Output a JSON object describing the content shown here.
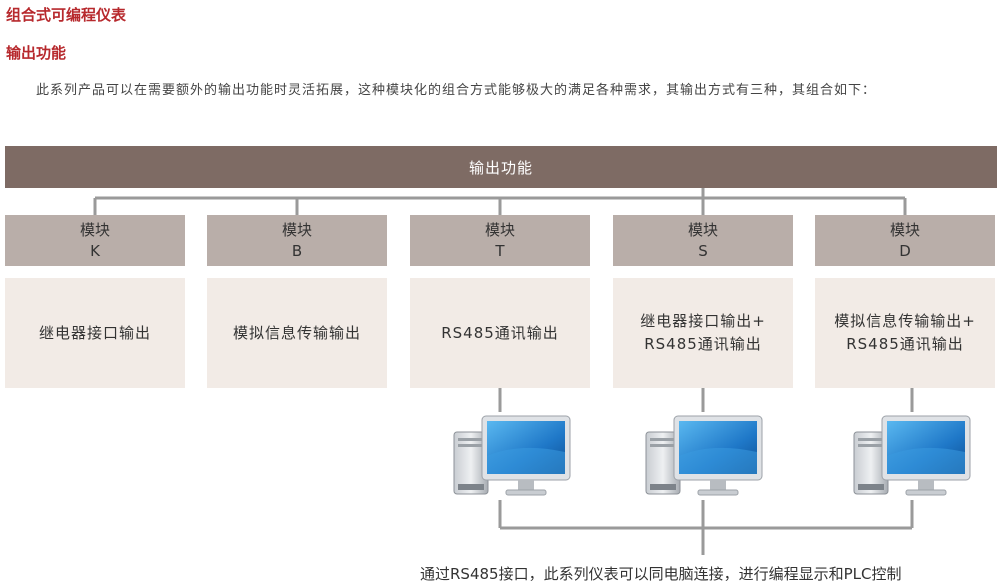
{
  "title": "组合式可编程仪表",
  "subtitle": "输出功能",
  "intro": "此系列产品可以在需要额外的输出功能时灵活拓展，这种模块化的组合方式能够极大的满足各种需求，其输出方式有三种，其组合如下：",
  "header": "输出功能",
  "modules": [
    {
      "label": "模块",
      "code": "K",
      "desc": [
        "继电器接口输出"
      ]
    },
    {
      "label": "模块",
      "code": "B",
      "desc": [
        "模拟信息传输输出"
      ]
    },
    {
      "label": "模块",
      "code": "T",
      "desc": [
        "RS485通讯输出"
      ]
    },
    {
      "label": "模块",
      "code": "S",
      "desc": [
        "继电器接口输出+",
        "RS485通讯输出"
      ]
    },
    {
      "label": "模块",
      "code": "D",
      "desc": [
        "模拟信息传输输出+",
        "RS485通讯输出"
      ]
    }
  ],
  "caption": "通过RS485接口，此系列仪表可以同电脑连接，进行编程显示和PLC控制",
  "colors": {
    "title": "#b7292d",
    "header_bar": "#7e6b64",
    "module_head": "#b9aea9",
    "module_body": "#f2ebe6",
    "connector": "#9a9a9a"
  },
  "icons": {
    "computer": "desktop-computer-icon"
  }
}
